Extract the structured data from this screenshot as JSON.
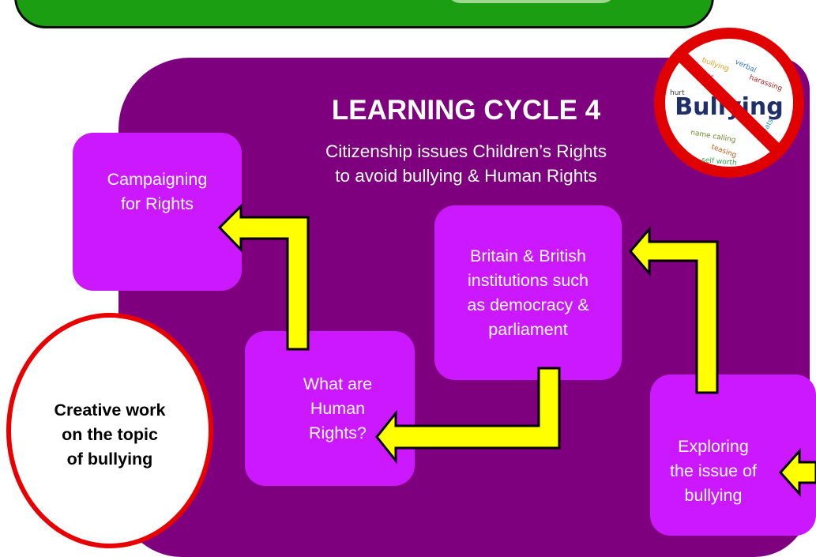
{
  "header": {
    "title": "LEARNING CYCLE 4",
    "subtitle": "Citizenship issues Children’s Rights\nto avoid bullying & Human Rights"
  },
  "boxes": {
    "campaigning": "Campaigning\nfor Rights",
    "britain": "Britain & British\ninstitutions such\nas democracy &\nparliament",
    "human_rights": "What are\nHuman\nRights?",
    "exploring": "Exploring\nthe issue of\nbullying"
  },
  "circle": {
    "text": "Creative work\non the topic\nof bullying"
  },
  "badge": {
    "label": "Bullying"
  },
  "colors": {
    "panel": "#7e007e",
    "box": "#cc18ff",
    "arrow": "#ffff00",
    "green_bar": "#1c9e12",
    "circle_border": "#e80000",
    "no_sign": "#e00000"
  }
}
